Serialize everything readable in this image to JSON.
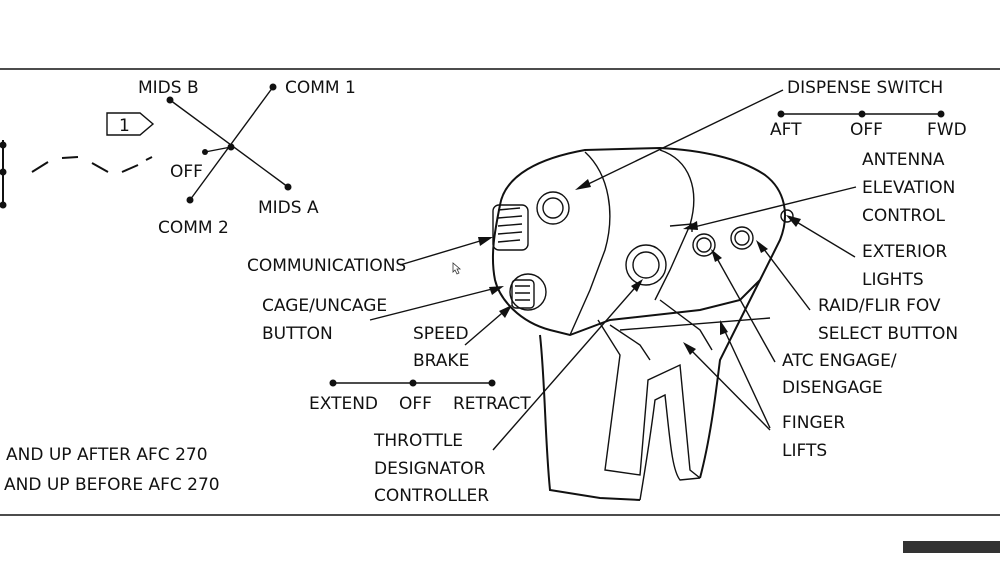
{
  "labels": {
    "mids_b": "MIDS B",
    "comm_1": "COMM 1",
    "off_switch": "OFF",
    "comm_2": "COMM 2",
    "mids_a": "MIDS A",
    "note_flag": "1",
    "dispense_switch": "DISPENSE SWITCH",
    "aft": "AFT",
    "off_dispense": "OFF",
    "fwd": "FWD",
    "antenna_1": "ANTENNA",
    "antenna_2": "ELEVATION",
    "antenna_3": "CONTROL",
    "exterior_1": "EXTERIOR",
    "exterior_2": "LIGHTS",
    "communications": "COMMUNICATIONS",
    "raid_1": "RAID/FLIR FOV",
    "raid_2": "SELECT BUTTON",
    "cage_1": "CAGE/UNCAGE",
    "cage_2": "BUTTON",
    "speed_1": "SPEED",
    "speed_2": "BRAKE",
    "atc_1": "ATC ENGAGE/",
    "atc_2": "DISENGAGE",
    "extend": "EXTEND",
    "off_brake": "OFF",
    "retract": "RETRACT",
    "finger_1": "FINGER",
    "finger_2": "LIFTS",
    "tdc_1": "THROTTLE",
    "tdc_2": "DESIGNATOR",
    "tdc_3": "CONTROLLER",
    "note_after": "AND UP AFTER AFC 270",
    "note_before": "AND UP BEFORE AFC 270"
  }
}
